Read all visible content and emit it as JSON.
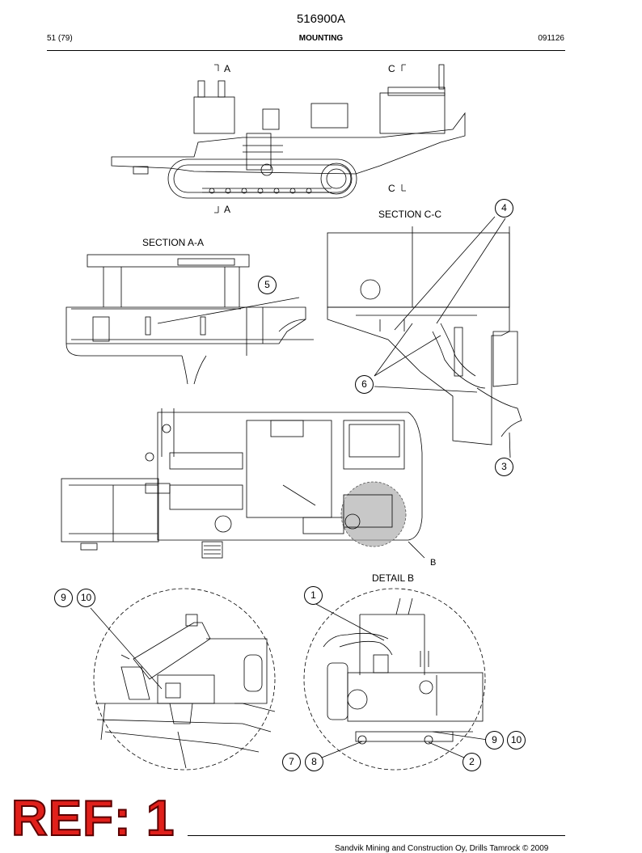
{
  "header": {
    "doc_number": "516900A",
    "page": "51 (79)",
    "section": "MOUNTING",
    "date_code": "091126"
  },
  "views": {
    "cut_a_top": "A",
    "cut_a_bottom": "A",
    "cut_c_top": "C",
    "cut_c_bottom": "C",
    "section_aa": "SECTION A-A",
    "section_cc": "SECTION C-C",
    "detail_b": "DETAIL B",
    "detail_pointer": "B"
  },
  "callouts": {
    "c1": "1",
    "c2": "2",
    "c3": "3",
    "c4": "4",
    "c5": "5",
    "c6": "6",
    "c7": "7",
    "c8": "8",
    "c9_left": "9",
    "c10_left": "10",
    "c9_right": "9",
    "c10_right": "10"
  },
  "stamp": {
    "text": "REF: 1",
    "color": "#e0201b"
  },
  "footer": {
    "copyright": "Sandvik Mining and Construction Oy, Drills Tamrock © 2009"
  },
  "colors": {
    "ink": "#000000",
    "highlight": "#a7a7a7"
  }
}
